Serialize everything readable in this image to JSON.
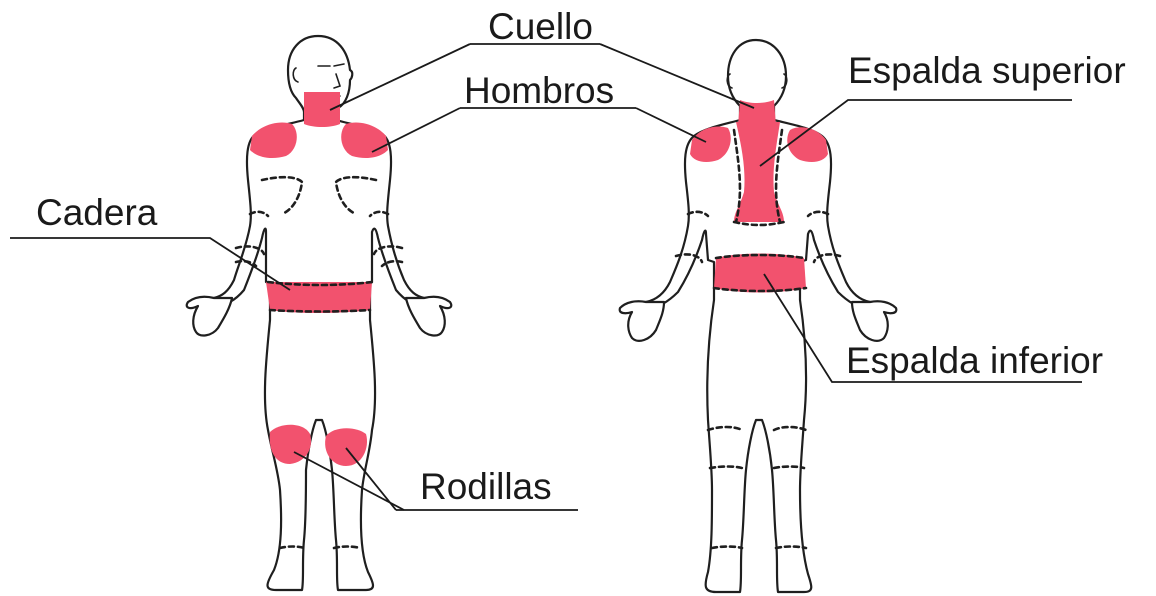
{
  "highlight_color": "#f2526e",
  "outline_color": "#1f1f1f",
  "labels": {
    "neck": "Cuello",
    "shoulders": "Hombros",
    "upper_back": "Espalda superior",
    "hip": "Cadera",
    "lower_back": "Espalda inferior",
    "knees": "Rodillas"
  }
}
